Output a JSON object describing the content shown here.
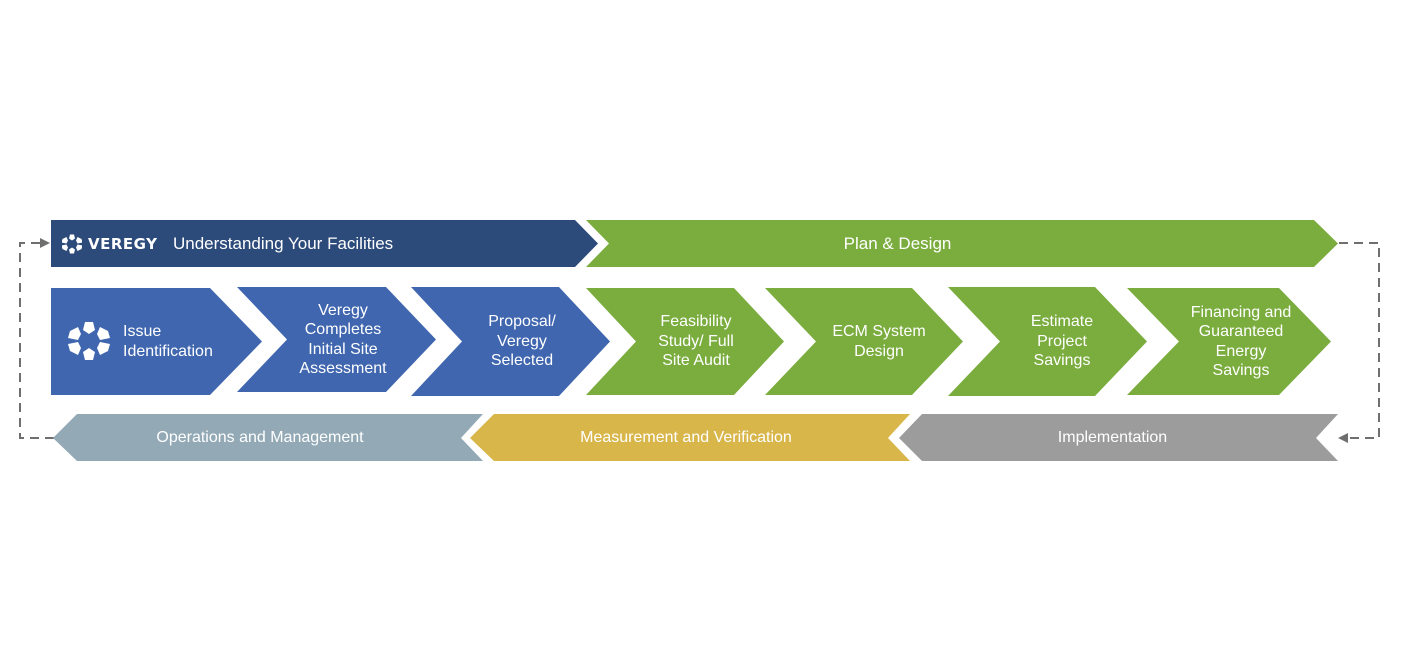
{
  "header_row": {
    "brand": "VEREGY",
    "left_label": "Understanding Your Facilities",
    "right_label": "Plan & Design"
  },
  "steps": [
    {
      "label": "Issue\nIdentification",
      "color": "#3f66ae"
    },
    {
      "label": "Veregy\nCompletes\nInitial Site\nAssessment",
      "color": "#3f66ae"
    },
    {
      "label": "Proposal/\nVeregy\nSelected",
      "color": "#3f66ae"
    },
    {
      "label": "Feasibility\nStudy/ Full\nSite Audit",
      "color": "#7aac3e"
    },
    {
      "label": "ECM System\nDesign",
      "color": "#7aac3e"
    },
    {
      "label": "Estimate\nProject\nSavings",
      "color": "#7aac3e"
    },
    {
      "label": "Financing and\nGuaranteed\nEnergy\nSavings",
      "color": "#7aac3e"
    }
  ],
  "bottom_row": [
    {
      "label": "Operations and Management",
      "color": "#93aab6"
    },
    {
      "label": "Measurement and Verification",
      "color": "#d8b64a"
    },
    {
      "label": "Implementation",
      "color": "#9c9c9c"
    }
  ],
  "colors": {
    "navy": "#2c4a7a",
    "blue": "#3f66ae",
    "green": "#7aac3e",
    "loop_line": "#6f6f6f"
  }
}
